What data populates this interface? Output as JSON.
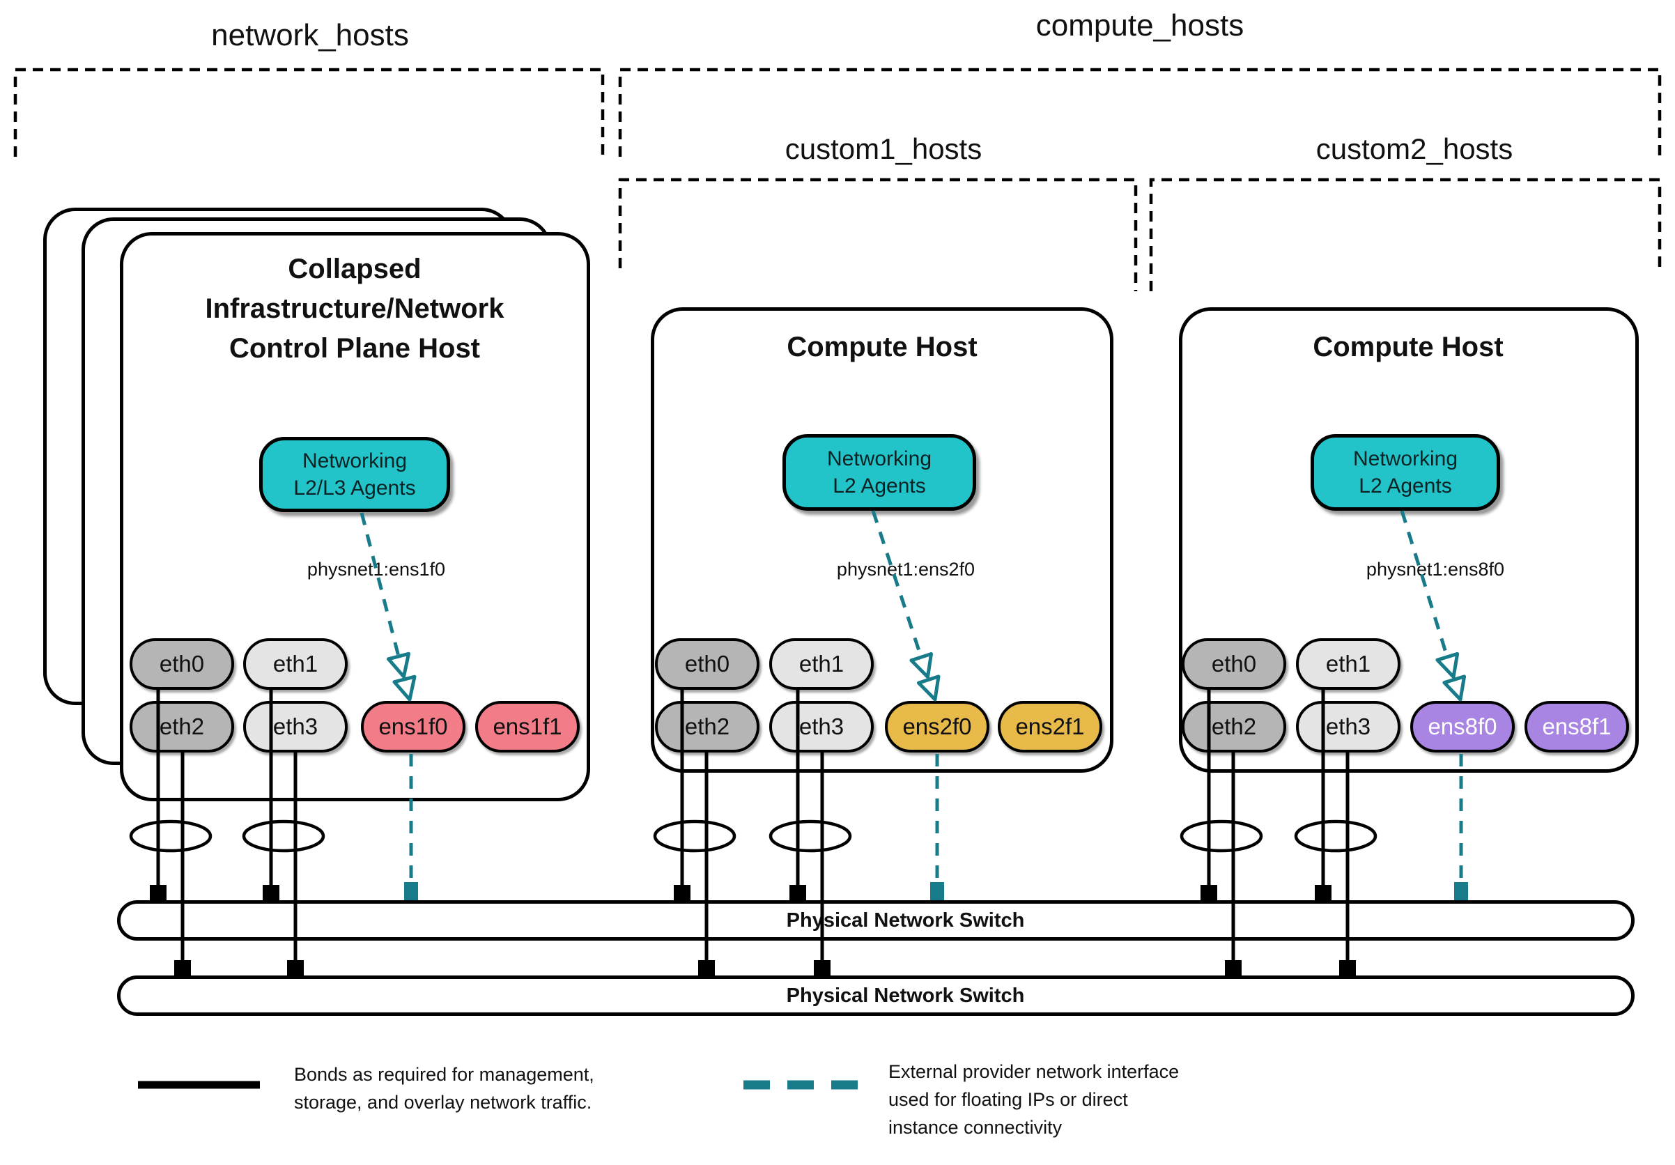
{
  "groups": {
    "network_hosts": "network_hosts",
    "compute_hosts": "compute_hosts",
    "custom1_hosts": "custom1_hosts",
    "custom2_hosts": "custom2_hosts"
  },
  "hosts": [
    {
      "title_lines": [
        "Collapsed",
        "Infrastructure/Network",
        "Control Plane Host"
      ],
      "agent_lines": [
        "Networking",
        "L2/L3 Agents"
      ],
      "physnet_label": "physnet1:ens1f0",
      "nics": [
        {
          "label": "eth0"
        },
        {
          "label": "eth1"
        },
        {
          "label": "eth2"
        },
        {
          "label": "eth3"
        },
        {
          "label": "ens1f0"
        },
        {
          "label": "ens1f1"
        }
      ]
    },
    {
      "title_lines": [
        "Compute Host"
      ],
      "agent_lines": [
        "Networking",
        "L2 Agents"
      ],
      "physnet_label": "physnet1:ens2f0",
      "nics": [
        {
          "label": "eth0"
        },
        {
          "label": "eth1"
        },
        {
          "label": "eth2"
        },
        {
          "label": "eth3"
        },
        {
          "label": "ens2f0"
        },
        {
          "label": "ens2f1"
        }
      ]
    },
    {
      "title_lines": [
        "Compute Host"
      ],
      "agent_lines": [
        "Networking",
        "L2 Agents"
      ],
      "physnet_label": "physnet1:ens8f0",
      "nics": [
        {
          "label": "eth0"
        },
        {
          "label": "eth1"
        },
        {
          "label": "eth2"
        },
        {
          "label": "eth3"
        },
        {
          "label": "ens8f0"
        },
        {
          "label": "ens8f1"
        }
      ]
    }
  ],
  "switches": [
    {
      "label": "Physical Network Switch"
    },
    {
      "label": "Physical Network Switch"
    }
  ],
  "legend": {
    "bond_lines": [
      "Bonds as required for management,",
      "storage, and overlay network traffic."
    ],
    "provider_lines": [
      "External provider network interface",
      "used for floating IPs or direct",
      "instance connectivity"
    ]
  },
  "colors": {
    "agent_teal": "#22C3C9",
    "provider_teal": "#177B8A",
    "nic_gray_dark": "#B5B5B5",
    "nic_gray_light": "#E4E4E4",
    "nic_pink": "#F27D88",
    "nic_gold": "#E7BA4A",
    "nic_purple": "#A885E2"
  }
}
